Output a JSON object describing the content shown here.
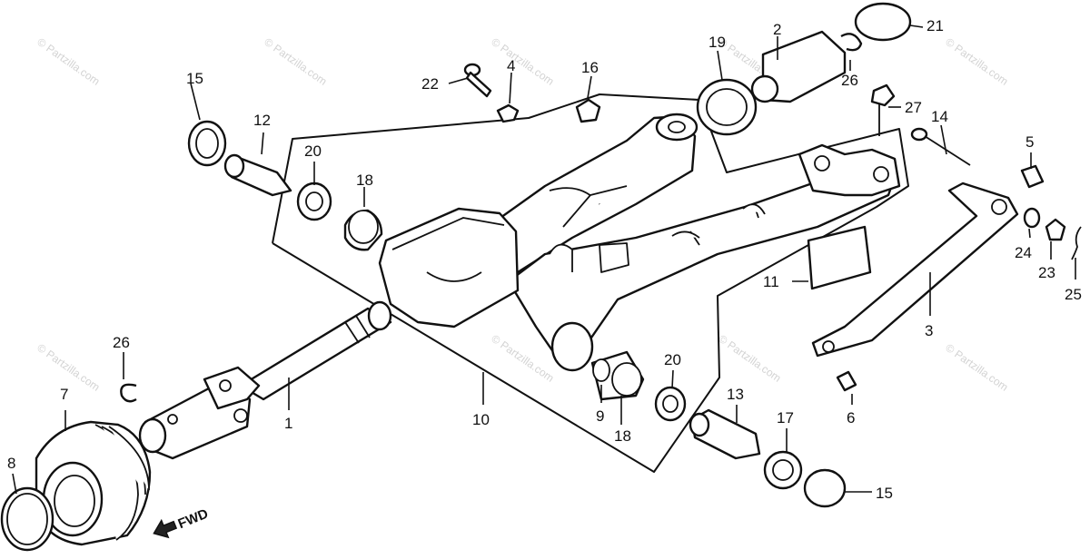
{
  "watermark": "© Partzilla.com",
  "direction_label": "FWD",
  "callouts": [
    {
      "id": "c1",
      "text": "1"
    },
    {
      "id": "c2",
      "text": "2"
    },
    {
      "id": "c3",
      "text": "3"
    },
    {
      "id": "c4",
      "text": "4"
    },
    {
      "id": "c5",
      "text": "5"
    },
    {
      "id": "c6",
      "text": "6"
    },
    {
      "id": "c7",
      "text": "7"
    },
    {
      "id": "c8",
      "text": "8"
    },
    {
      "id": "c9",
      "text": "9"
    },
    {
      "id": "c10",
      "text": "10"
    },
    {
      "id": "c11",
      "text": "11"
    },
    {
      "id": "c12",
      "text": "12"
    },
    {
      "id": "c13",
      "text": "13"
    },
    {
      "id": "c14",
      "text": "14"
    },
    {
      "id": "c15a",
      "text": "15"
    },
    {
      "id": "c15b",
      "text": "15"
    },
    {
      "id": "c16",
      "text": "16"
    },
    {
      "id": "c17",
      "text": "17"
    },
    {
      "id": "c18a",
      "text": "18"
    },
    {
      "id": "c18b",
      "text": "18"
    },
    {
      "id": "c19",
      "text": "19"
    },
    {
      "id": "c20a",
      "text": "20"
    },
    {
      "id": "c20b",
      "text": "20"
    },
    {
      "id": "c21",
      "text": "21"
    },
    {
      "id": "c22",
      "text": "22"
    },
    {
      "id": "c23",
      "text": "23"
    },
    {
      "id": "c24",
      "text": "24"
    },
    {
      "id": "c25",
      "text": "25"
    },
    {
      "id": "c26a",
      "text": "26"
    },
    {
      "id": "c26b",
      "text": "26"
    },
    {
      "id": "c27",
      "text": "27"
    }
  ]
}
